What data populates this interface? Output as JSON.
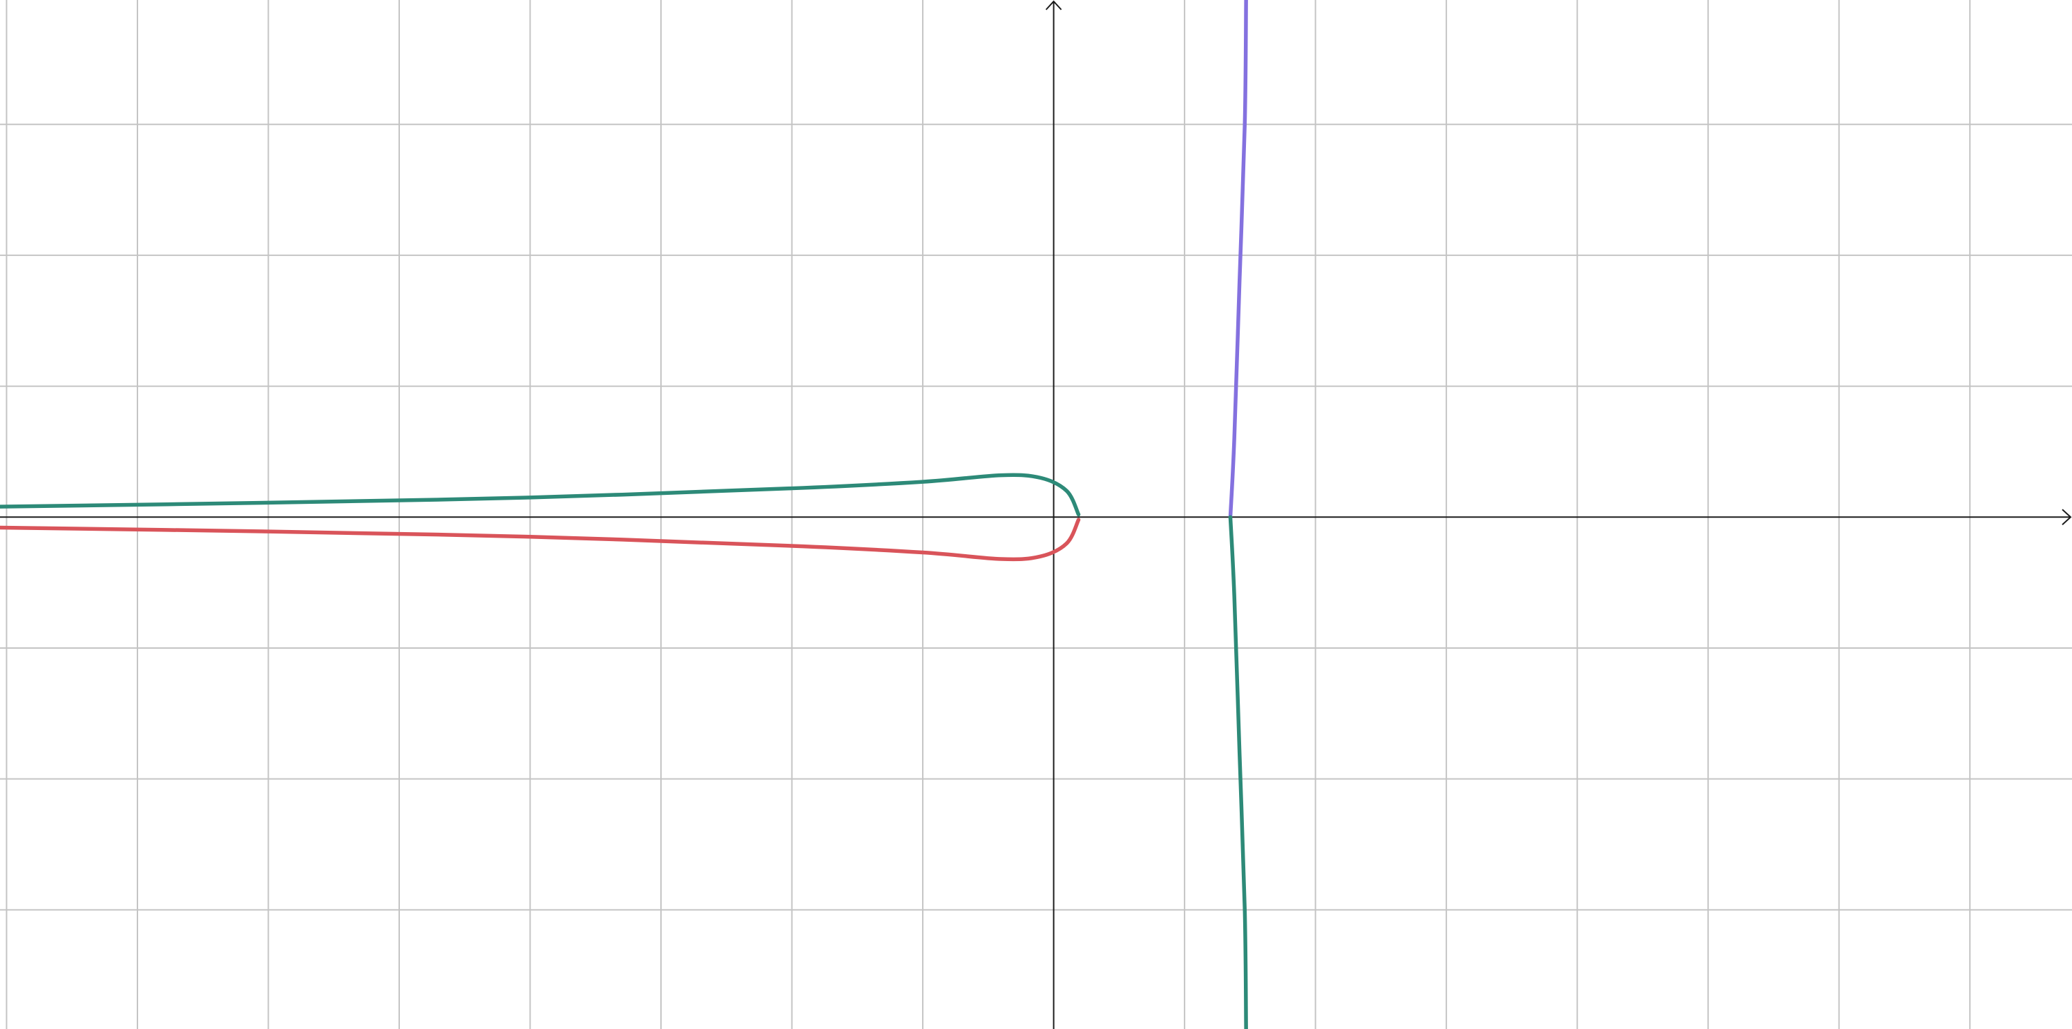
{
  "chart_data": {
    "type": "line",
    "title": "",
    "xlabel": "",
    "ylabel": "",
    "xlim": [
      -8.05,
      7.78
    ],
    "ylim": [
      -3.91,
      3.95
    ],
    "grid": true,
    "tick_labels_visible": false,
    "axis_arrows": true,
    "series": [
      {
        "color": "#2d8a78",
        "points": [
          [
            -8.05,
            0.08
          ],
          [
            -6,
            0.11
          ],
          [
            -4,
            0.15
          ],
          [
            -2,
            0.22
          ],
          [
            -1,
            0.27
          ],
          [
            -0.4,
            0.32
          ],
          [
            -0.1,
            0.3
          ],
          [
            0.1,
            0.2
          ],
          [
            0.19,
            0.02
          ]
        ]
      },
      {
        "color": "#d9545a",
        "points": [
          [
            -8.05,
            -0.08
          ],
          [
            -6,
            -0.11
          ],
          [
            -4,
            -0.15
          ],
          [
            -2,
            -0.22
          ],
          [
            -1,
            -0.27
          ],
          [
            -0.4,
            -0.32
          ],
          [
            -0.1,
            -0.3
          ],
          [
            0.1,
            -0.2
          ],
          [
            0.19,
            -0.02
          ]
        ]
      },
      {
        "color": "#8471df",
        "points": [
          [
            1.35,
            0.0
          ],
          [
            1.38,
            0.6
          ],
          [
            1.42,
            1.8
          ],
          [
            1.46,
            3.0
          ],
          [
            1.47,
            3.95
          ]
        ]
      },
      {
        "color": "#2d8a78",
        "points": [
          [
            1.35,
            0.0
          ],
          [
            1.38,
            -0.6
          ],
          [
            1.42,
            -1.8
          ],
          [
            1.46,
            -3.0
          ],
          [
            1.47,
            -3.91
          ]
        ]
      }
    ]
  }
}
